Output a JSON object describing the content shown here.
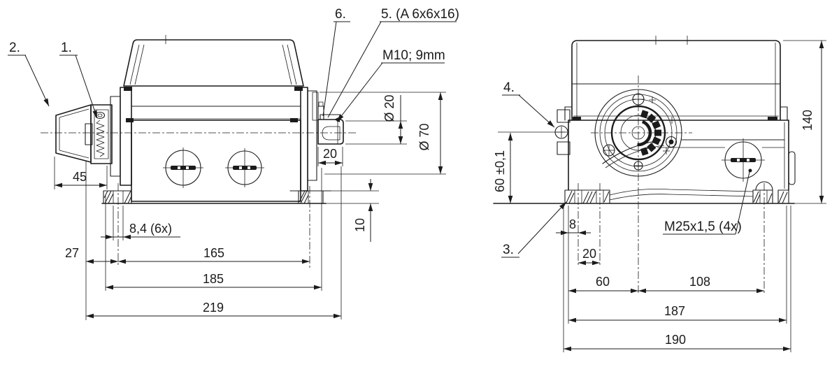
{
  "drawing": {
    "background_color": "#ffffff",
    "line_color": "#1b1b1b",
    "callouts": {
      "c1": "1.",
      "c2": "2.",
      "c3": "3.",
      "c4": "4.",
      "c5": "5. (A 6x6x16)",
      "c6": "6.",
      "shaft_thread": "M10; 9mm",
      "gland_thread": "M25x1,5 (4x)"
    },
    "side_dims": {
      "cone_length": "45",
      "left_offset": "27",
      "foot_slot": "8,4 (6x)",
      "hole_span": "165",
      "flange_span": "185",
      "overall_length": "219",
      "shaft_length": "20",
      "step_height": "10",
      "shaft_dia": "Ø 20",
      "flange_dia": "Ø 70"
    },
    "front_dims": {
      "axis_height": "60 ±0,1",
      "overall_height": "140",
      "slot_offset": "8",
      "slot_pitch": "20",
      "axis_to_left": "60",
      "axis_to_right_hole": "108",
      "foot_span": "187",
      "overall_width": "190"
    }
  }
}
